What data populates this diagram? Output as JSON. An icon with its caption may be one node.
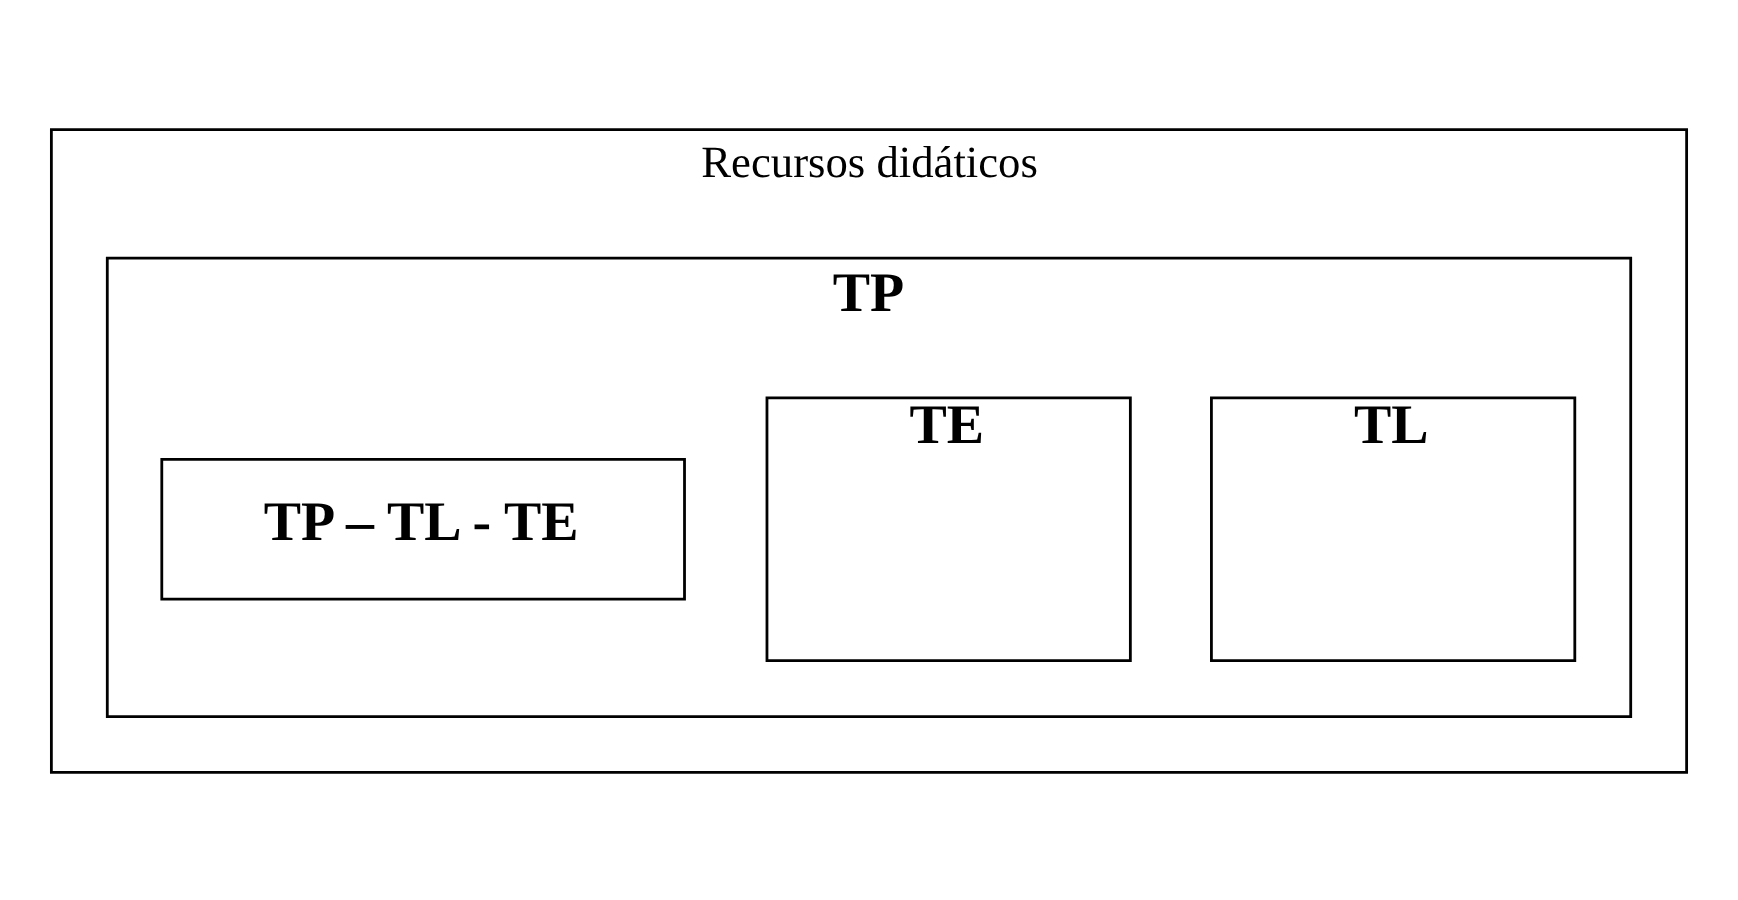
{
  "diagram": {
    "nodes": [
      {
        "text": [
          "Recursos didáticos"
        ]
      },
      {
        "text": [
          "TP"
        ],
        "in": 0
      },
      {
        "text": [
          "TL"
        ],
        "in": 1
      },
      {
        "text": [
          "TE"
        ],
        "in": 1
      },
      {
        "text": [
          "TP – TL - TE"
        ],
        "in": 1
      }
    ]
  }
}
